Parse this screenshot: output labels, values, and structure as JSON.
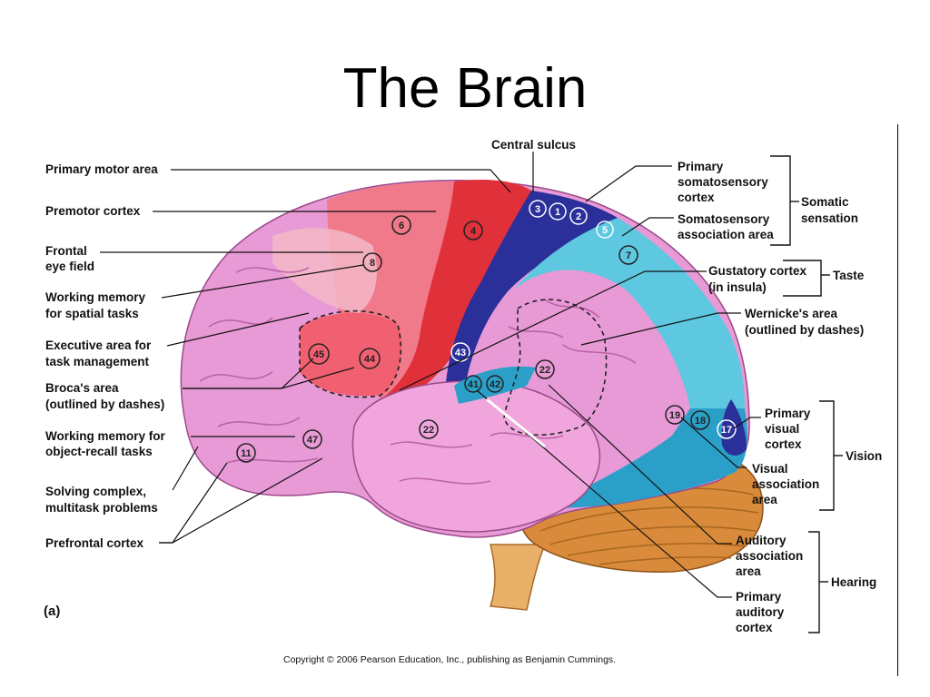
{
  "title": "The Brain",
  "panel_label": "(a)",
  "copyright": "Copyright © 2006 Pearson Education, Inc., publishing as Benjamin Cummings.",
  "labels": {
    "central_sulcus": "Central sulcus",
    "primary_motor_area": "Primary motor area",
    "premotor_cortex": "Premotor cortex",
    "frontal_eye_field": [
      "Frontal",
      "eye field"
    ],
    "working_memory_spatial": [
      "Working memory",
      "for spatial tasks"
    ],
    "executive_area": [
      "Executive area for",
      "task management"
    ],
    "brocas_area": [
      "Broca's area",
      "(outlined by dashes)"
    ],
    "working_memory_object": [
      "Working memory for",
      "object-recall tasks"
    ],
    "solving_complex": [
      "Solving complex,",
      "multitask problems"
    ],
    "prefrontal_cortex": "Prefrontal cortex",
    "primary_somatosensory": [
      "Primary",
      "somatosensory",
      "cortex"
    ],
    "somatosensory_association": [
      "Somatosensory",
      "association area"
    ],
    "somatic_sensation": [
      "Somatic",
      "sensation"
    ],
    "gustatory_cortex": [
      "Gustatory cortex",
      "(in insula)"
    ],
    "taste": "Taste",
    "wernickes_area": [
      "Wernicke's area",
      "(outlined by dashes)"
    ],
    "primary_visual": [
      "Primary",
      "visual",
      "cortex"
    ],
    "visual_association": [
      "Visual",
      "association",
      "area"
    ],
    "vision": "Vision",
    "auditory_association": [
      "Auditory",
      "association",
      "area"
    ],
    "primary_auditory": [
      "Primary",
      "auditory",
      "cortex"
    ],
    "hearing": "Hearing"
  },
  "area_numbers": {
    "a3": "3",
    "a1": "1",
    "a2": "2",
    "a6": "6",
    "a4": "4",
    "a5": "5",
    "a7": "7",
    "a8": "8",
    "a45": "45",
    "a44": "44",
    "a43": "43",
    "a41": "41",
    "a42": "42",
    "a22a": "22",
    "a22b": "22",
    "a47": "47",
    "a11": "11",
    "a19": "19",
    "a18": "18",
    "a17": "17"
  },
  "colors": {
    "frontal_pink": "#e89ad6",
    "premotor": "#f07a8a",
    "motor": "#e0303a",
    "somatosensory": "#2a2f9a",
    "association": "#5ec8e0",
    "visual_association": "#2aa0c8",
    "temporal": "#f0a6dc",
    "cerebellum": "#d98a3a",
    "brainstem": "#e8b068"
  }
}
